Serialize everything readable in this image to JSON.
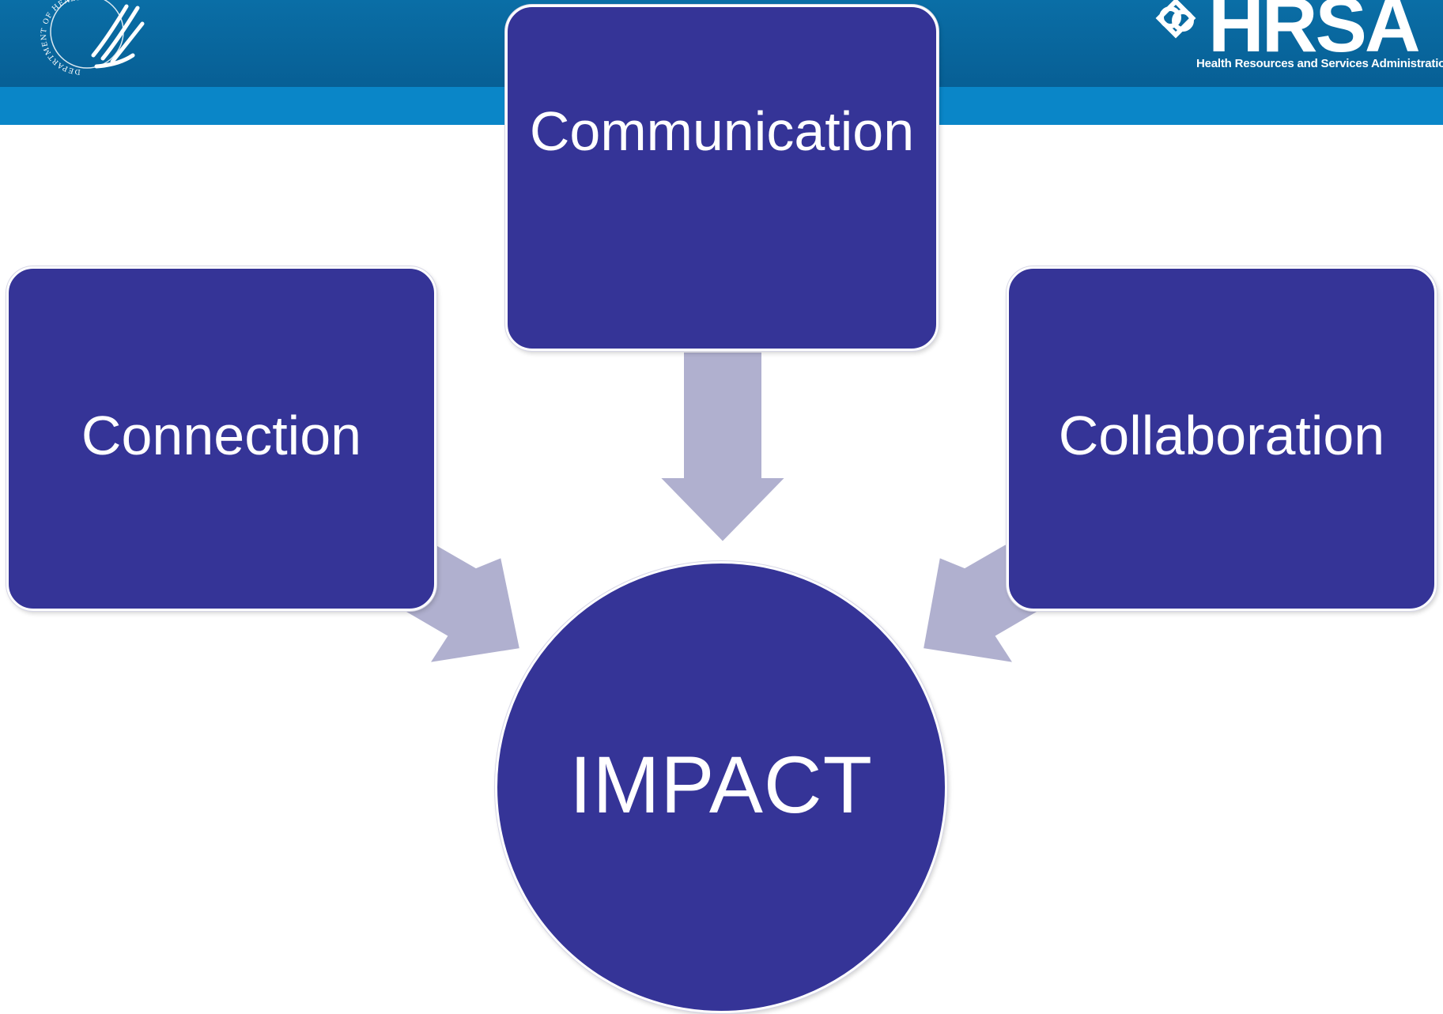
{
  "header": {
    "hhs_logo": "hhs-eagle-seal-logo",
    "hhs_seal_text": "DEPARTMENT OF HEALTH",
    "hrsa_logo_word": "HRSA",
    "hrsa_tagline": "Health Resources and Services Administration",
    "colors": {
      "top": "#0a6ea6",
      "band": "#0a86c8"
    }
  },
  "diagram": {
    "nodes": {
      "communication": "Communication",
      "connection": "Connection",
      "collaboration": "Collaboration",
      "impact": "IMPACT"
    },
    "edges": [
      {
        "from": "Communication",
        "to": "IMPACT"
      },
      {
        "from": "Connection",
        "to": "IMPACT"
      },
      {
        "from": "Collaboration",
        "to": "IMPACT"
      }
    ],
    "colors": {
      "node_fill": "#353497",
      "arrow_fill": "#b0b0cf",
      "node_text": "#ffffff"
    }
  }
}
